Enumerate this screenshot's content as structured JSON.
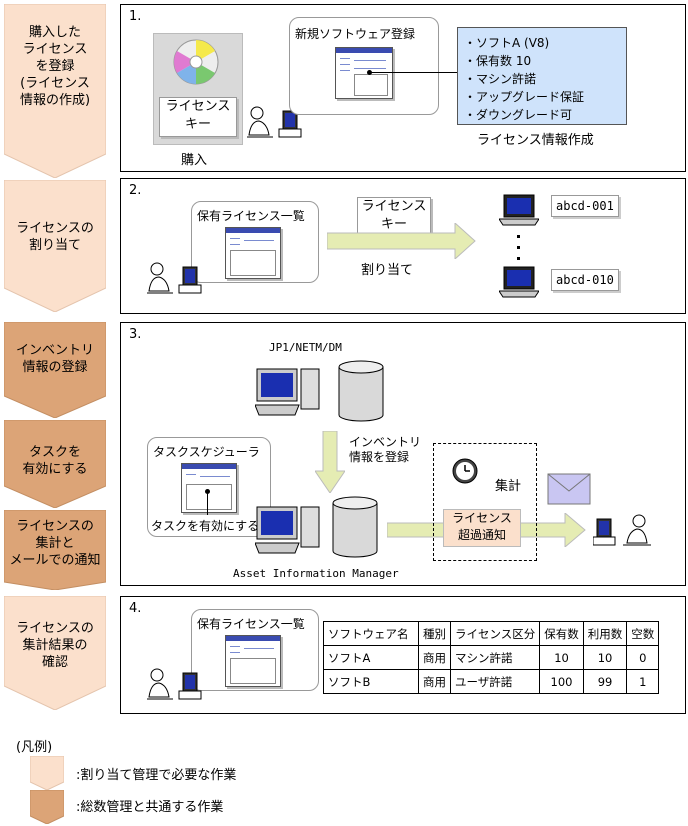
{
  "steps": [
    {
      "label": "購入した\nライセンス\nを登録\n(ライセンス\n情報の作成)",
      "kind": "light"
    },
    {
      "label": "ライセンスの\n割り当て",
      "kind": "light"
    },
    {
      "label": "インベントリ\n情報の登録",
      "kind": "dark"
    },
    {
      "label": "タスクを\n有効にする",
      "kind": "dark"
    },
    {
      "label": "ライセンスの\n集計と\nメールでの通知",
      "kind": "dark"
    },
    {
      "label": "ライセンスの\n集計結果の\n確認",
      "kind": "light"
    }
  ],
  "panel1": {
    "num": "1.",
    "license_key": "ライセンス\nキー",
    "purchase": "購入",
    "new_software": "新規ソフトウェア登録",
    "info_items": [
      "・ソフトA (V8)",
      "・保有数 10",
      "・マシン許諾",
      "・アップグレード保証",
      "・ダウングレード可"
    ],
    "info_caption": "ライセンス情報作成"
  },
  "panel2": {
    "num": "2.",
    "held_list": "保有ライセンス一覧",
    "license_key": "ライセンス\nキー",
    "assign": "割り当て",
    "pc_first": "abcd-001",
    "pc_last": "abcd-010"
  },
  "panel3": {
    "num": "3.",
    "product": "JP1/NETM/DM",
    "inventory": "インベントリ\n情報を登録",
    "scheduler": "タスクスケジューラ",
    "enable_task": "タスクを有効にする",
    "tally": "集計",
    "notice": "ライセンス\n超過通知",
    "aim": "Asset Information Manager"
  },
  "panel4": {
    "num": "4.",
    "held_list": "保有ライセンス一覧",
    "headers": [
      "ソフトウェア名",
      "種別",
      "ライセンス区分",
      "保有数",
      "利用数",
      "空数"
    ],
    "rows": [
      [
        "ソフトA",
        "商用",
        "マシン許諾",
        "10",
        "10",
        "0"
      ],
      [
        "ソフトB",
        "商用",
        "ユーザ許諾",
        "100",
        "99",
        "1"
      ]
    ]
  },
  "legend": {
    "title": "(凡例)",
    "light": ":割り当て管理で必要な作業",
    "dark": ":総数管理と共通する作業"
  },
  "colors": {
    "light": "#fbe0cc",
    "dark": "#dca477",
    "info_box": "#cfe3fb",
    "arrow": "#e5ecb3",
    "notice": "#fbe0cc"
  }
}
